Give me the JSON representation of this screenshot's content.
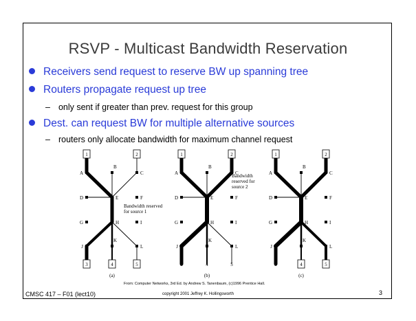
{
  "slide": {
    "title": "RSVP - Multicast Bandwidth Reservation",
    "bullets": [
      {
        "text": "Receivers send request to reserve BW  up spanning tree"
      },
      {
        "text": "Routers propagate request up tree",
        "sub": "only sent if greater than prev. request for this group"
      },
      {
        "text": "Dest. can request BW for multiple alternative sources",
        "sub": "routers only allocate bandwidth for maximum channel request"
      }
    ],
    "figure": {
      "diagrams": [
        {
          "caption": "(a)",
          "annotation": [
            "Bandwidth reserved",
            "for source 1"
          ]
        },
        {
          "caption": "(b)",
          "annotation": [
            "Bandwidth",
            "reserved for",
            "source 2"
          ]
        },
        {
          "caption": "(c)",
          "annotation": []
        }
      ],
      "hosts_top": [
        "1",
        "2"
      ],
      "hosts_bottom": [
        "3",
        "4",
        "5"
      ],
      "routers": [
        "A",
        "B",
        "C",
        "D",
        "E",
        "F",
        "G",
        "H",
        "I",
        "J",
        "K",
        "L"
      ],
      "credit": "From: Computer Networks, 3rd Ed. by Andrew S. Tanenbaum, (c)1996 Prentice Hall."
    },
    "footer": {
      "course": "CMSC 417 – F01  (lect10)",
      "copyright": "copyright 2001 Jeffrey K. Hollingsworth",
      "page": "3"
    }
  }
}
